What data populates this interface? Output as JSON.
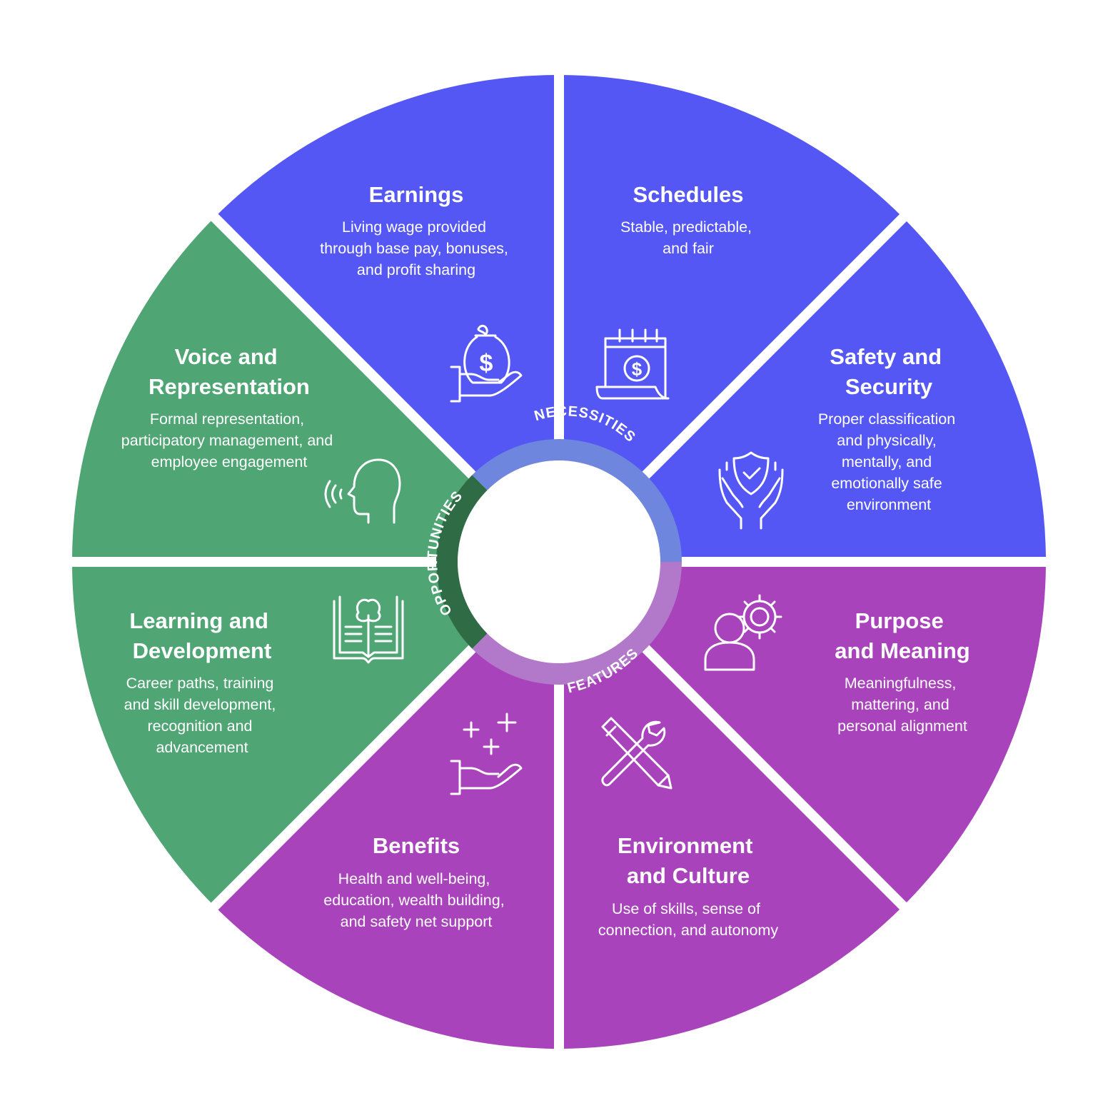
{
  "colors": {
    "necessities": "#5457F3",
    "features": "#A943BC",
    "opportunities": "#4FA574",
    "ring_necessities": "#6F86DE",
    "ring_features": "#B278C9",
    "ring_opportunities": "#2F6B45",
    "background": "#FFFFFF"
  },
  "ring_labels": {
    "necessities": "NECESSITIES",
    "features": "FEATURES",
    "opportunities": "OPPORTUNITIES"
  },
  "segments": [
    {
      "key": "earnings",
      "group": "necessities",
      "icon": "money-bag-hand-icon",
      "title": [
        "Earnings"
      ],
      "desc": [
        "Living wage provided",
        "through base pay, bonuses,",
        "and profit sharing"
      ]
    },
    {
      "key": "schedules",
      "group": "necessities",
      "icon": "calendar-dollar-icon",
      "title": [
        "Schedules"
      ],
      "desc": [
        "Stable, predictable,",
        "and fair"
      ]
    },
    {
      "key": "safety",
      "group": "necessities",
      "icon": "hands-shield-icon",
      "title": [
        "Safety and",
        "Security"
      ],
      "desc": [
        "Proper classification",
        "and physically,",
        "mentally, and",
        "emotionally safe",
        "environment"
      ]
    },
    {
      "key": "purpose",
      "group": "features",
      "icon": "person-gear-icon",
      "title": [
        "Purpose",
        "and Meaning"
      ],
      "desc": [
        "Meaningfulness,",
        "mattering, and",
        "personal alignment"
      ]
    },
    {
      "key": "environment",
      "group": "features",
      "icon": "wrench-pencil-icon",
      "title": [
        "Environment",
        "and Culture"
      ],
      "desc": [
        "Use of skills, sense of",
        "connection, and autonomy"
      ]
    },
    {
      "key": "benefits",
      "group": "features",
      "icon": "hand-plus-icon",
      "title": [
        "Benefits"
      ],
      "desc": [
        "Health and well-being,",
        "education, wealth building,",
        "and safety net support"
      ]
    },
    {
      "key": "learning",
      "group": "opportunities",
      "icon": "book-brain-icon",
      "title": [
        "Learning and",
        "Development"
      ],
      "desc": [
        "Career paths, training",
        "and skill development,",
        "recognition and",
        "advancement"
      ]
    },
    {
      "key": "voice",
      "group": "opportunities",
      "icon": "speaking-head-icon",
      "title": [
        "Voice and",
        "Representation"
      ],
      "desc": [
        "Formal representation,",
        "participatory management, and",
        "employee engagement"
      ]
    }
  ]
}
